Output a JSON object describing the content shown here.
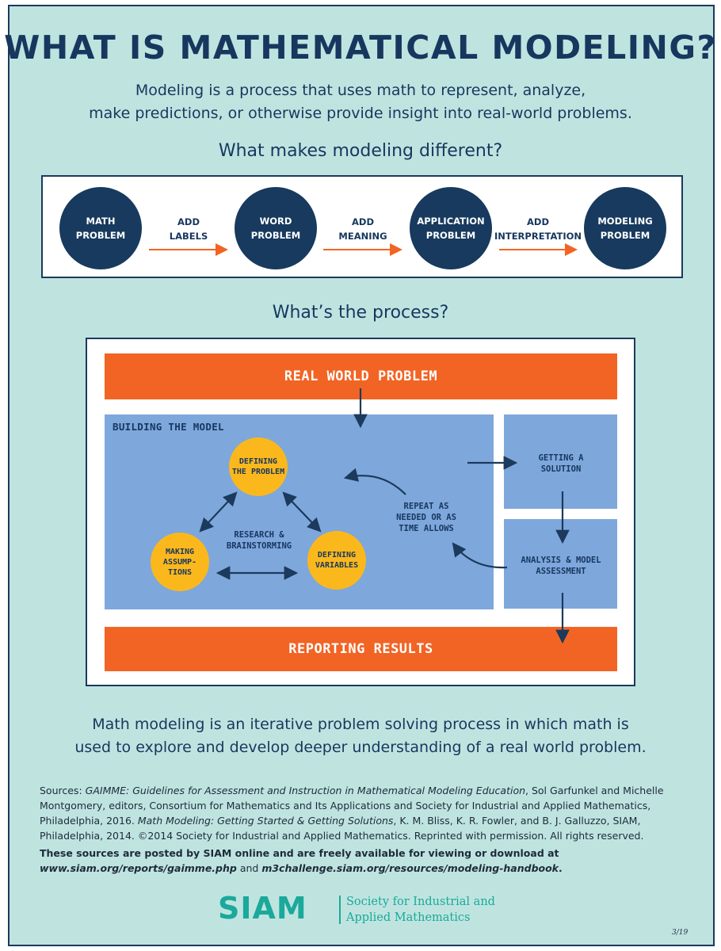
{
  "title": "WHAT IS MATHEMATICAL MODELING?",
  "subtitle_line1": "Modeling is a process that uses math to represent, analyze,",
  "subtitle_line2": "make predictions, or otherwise provide insight into real-world problems.",
  "section1_heading": "What makes modeling different?",
  "flow": {
    "circles": [
      "MATH PROBLEM",
      "WORD PROBLEM",
      "APPLICATION PROBLEM",
      "MODELING PROBLEM"
    ],
    "steps": [
      {
        "line1": "ADD",
        "line2": "LABELS"
      },
      {
        "line1": "ADD",
        "line2": "MEANING"
      },
      {
        "line1": "ADD",
        "line2": "INTERPRETATION"
      }
    ],
    "arrow_color": "#f26424",
    "circle_color": "#173a5e"
  },
  "section2_heading": "What’s the process?",
  "process": {
    "top_band": "REAL WORLD PROBLEM",
    "bottom_band": "REPORTING RESULTS",
    "building_title": "BUILDING THE MODEL",
    "nodes": {
      "defining_problem": "DEFINING THE PROBLEM",
      "making_assumptions": "MAKING ASSUMP-TIONS",
      "defining_variables": "DEFINING VARIABLES"
    },
    "center_label_line1": "RESEARCH &",
    "center_label_line2": "BRAINSTORMING",
    "repeat_line1": "REPEAT AS",
    "repeat_line2": "NEEDED OR AS",
    "repeat_line3": "TIME ALLOWS",
    "getting_solution_line1": "GETTING A",
    "getting_solution_line2": "SOLUTION",
    "analysis_line1": "ANALYSIS & MODEL",
    "analysis_line2": "ASSESSMENT",
    "band_color": "#f26424",
    "panel_color": "#7ea7dc",
    "node_color": "#fbb81c"
  },
  "summary_line1": "Math modeling is an iterative problem solving process in which math is",
  "summary_line2": "used to explore and develop deeper understanding of a real world problem.",
  "sources": {
    "label": "Sources: ",
    "ref1_title": "GAIMME: Guidelines for Assessment and Instruction in Mathematical Modeling Education",
    "ref1_rest": ", Sol Garfunkel and Michelle Montgomery, editors, Consortium for Mathematics and Its Applications and Society for Industrial and Applied Mathematics, Philadelphia, 2016. ",
    "ref2_title": "Math Modeling: Getting Started & Getting Solutions",
    "ref2_rest": ", K. M. Bliss, K. R. Fowler, and B. J. Galluzzo, SIAM, Philadelphia, 2014. ©2014 Society for Industrial and Applied Mathematics. Reprinted with permission. All rights reserved."
  },
  "posted": {
    "text": "These sources are posted by SIAM online and are freely available for viewing or download at",
    "link1": "www.siam.org/reports/gaimme.php",
    "and": " and ",
    "link2": "m3challenge.siam.org/resources/modeling-handbook",
    "period": "."
  },
  "logo": {
    "wordmark": "SIAM",
    "line1": "Society for Industrial and",
    "line2": "Applied Mathematics",
    "color": "#1aa99a"
  },
  "page_number": "3/19"
}
